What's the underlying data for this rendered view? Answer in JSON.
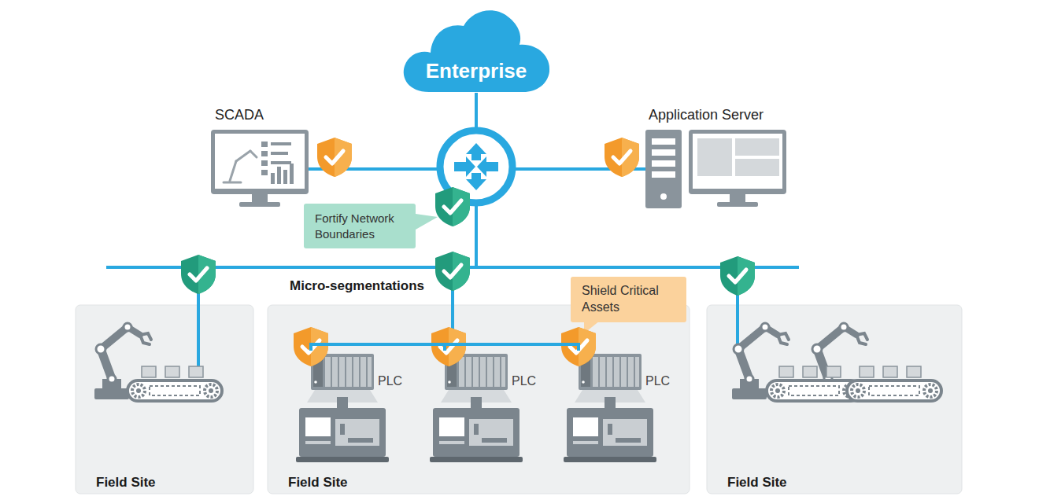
{
  "diagram": {
    "nodes": [
      {
        "text": [
          "Enterprise"
        ]
      },
      {
        "text": [
          "SCADA"
        ]
      },
      {
        "text": [
          "Application Server"
        ]
      },
      {
        "text": [
          "Fortify Network Boundaries"
        ]
      },
      {
        "text": [
          "Field Site"
        ]
      },
      {
        "text": [
          "Field Site"
        ]
      },
      {
        "text": [
          "PLC"
        ],
        "in": 5
      },
      {
        "text": [
          "PLC"
        ],
        "in": 5
      },
      {
        "text": [
          "PLC"
        ],
        "in": 5
      },
      {
        "text": [
          "Shield Critical Assets"
        ]
      },
      {
        "text": [
          "Field Site"
        ]
      }
    ],
    "edges": [
      {
        "from": 6,
        "to": 7,
        "arrow": "none"
      },
      {
        "from": 7,
        "to": 8,
        "arrow": "none"
      }
    ],
    "labels": [
      "Micro-segmentations"
    ]
  }
}
